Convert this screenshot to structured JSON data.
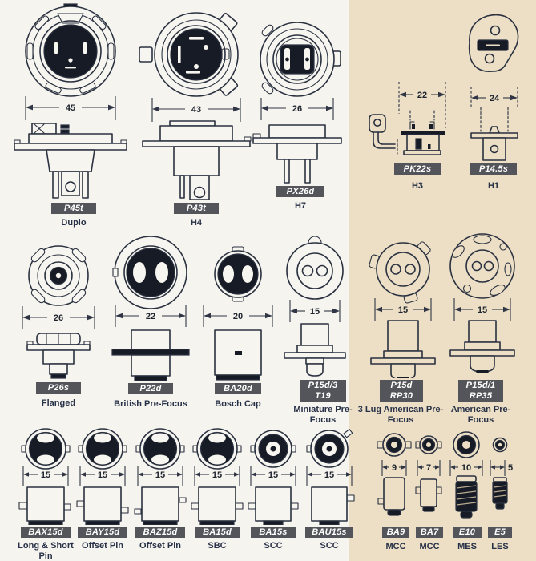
{
  "colors": {
    "bg_left": "#f6f4ee",
    "bg_right": "#ecdfc5",
    "badge_bg": "#54555a",
    "badge_text": "#ffffff",
    "line": "#2a3140",
    "dark_fill": "#171b26",
    "sublabel_text": "#273148"
  },
  "items": [
    {
      "id": "p45t",
      "label": "P45t",
      "sublabel": "Duplo",
      "dim": "45"
    },
    {
      "id": "p43t",
      "label": "P43t",
      "sublabel": "H4",
      "dim": "43"
    },
    {
      "id": "px26d",
      "label": "PX26d",
      "sublabel": "H7",
      "dim": "26"
    },
    {
      "id": "pk22s",
      "label": "PK22s",
      "sublabel": "H3",
      "dim": "22"
    },
    {
      "id": "p14-5s",
      "label": "P14.5s",
      "sublabel": "H1",
      "dim": "24"
    },
    {
      "id": "p26s",
      "label": "P26s",
      "sublabel": "Flanged",
      "dim": "26"
    },
    {
      "id": "p22d",
      "label": "P22d",
      "sublabel": "British Pre-Focus",
      "dim": "22"
    },
    {
      "id": "ba20d",
      "label": "BA20d",
      "sublabel": "Bosch Cap",
      "dim": "20"
    },
    {
      "id": "p15d3",
      "label": "P15d/3",
      "label2": "T19",
      "sublabel": "Miniature Pre-Focus",
      "dim": "15"
    },
    {
      "id": "p15d-rp30",
      "label": "P15d",
      "label2": "RP30",
      "sublabel": "3 Lug American Pre-Focus",
      "dim": "15"
    },
    {
      "id": "p15d1-rp35",
      "label": "P15d/1",
      "label2": "RP35",
      "sublabel": "American Pre-Focus",
      "dim": "15"
    },
    {
      "id": "bax15d",
      "label": "BAX15d",
      "sublabel": "Long & Short Pin",
      "dim": "15"
    },
    {
      "id": "bay15d",
      "label": "BAY15d",
      "sublabel": "Offset Pin",
      "dim": "15"
    },
    {
      "id": "baz15d",
      "label": "BAZ15d",
      "sublabel": "Offset Pin",
      "dim": "15"
    },
    {
      "id": "ba15d",
      "label": "BA15d",
      "sublabel": "SBC",
      "dim": "15"
    },
    {
      "id": "ba15s",
      "label": "BA15s",
      "sublabel": "SCC",
      "dim": "15"
    },
    {
      "id": "bau15s",
      "label": "BAU15s",
      "sublabel": "SCC",
      "dim": "15"
    },
    {
      "id": "ba9",
      "label": "BA9",
      "sublabel": "MCC",
      "dim": "9"
    },
    {
      "id": "ba7",
      "label": "BA7",
      "sublabel": "MCC",
      "dim": "7"
    },
    {
      "id": "e10",
      "label": "E10",
      "sublabel": "MES",
      "dim": "10"
    },
    {
      "id": "e5",
      "label": "E5",
      "sublabel": "LES",
      "dim": "5"
    }
  ]
}
